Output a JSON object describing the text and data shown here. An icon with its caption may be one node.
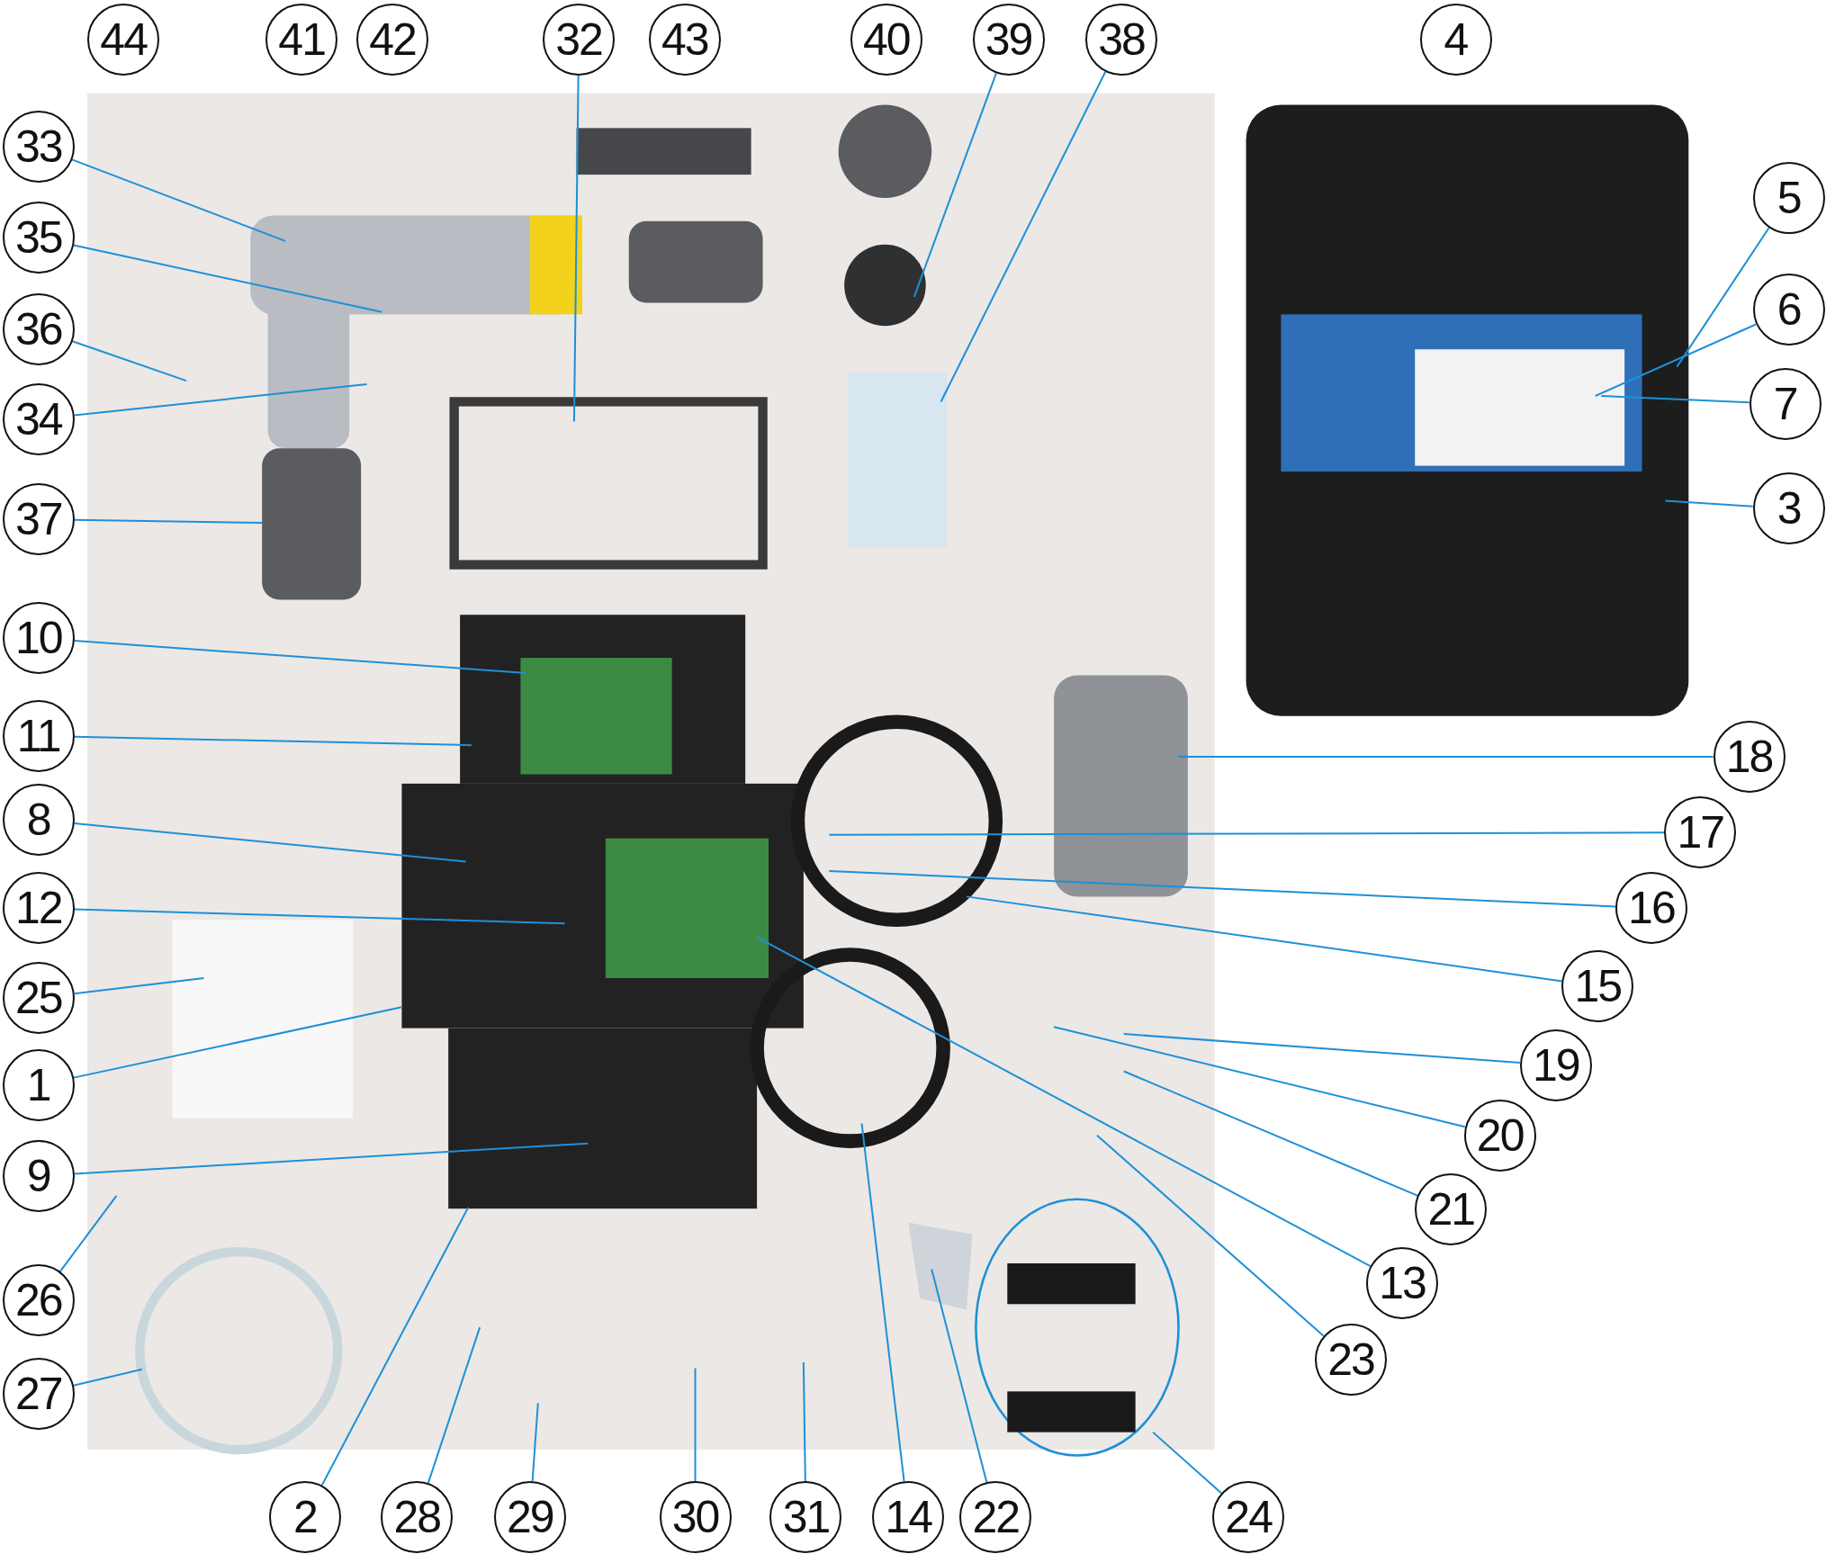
{
  "diagram": {
    "nodes": [
      {
        "text": [
          "44"
        ]
      },
      {
        "text": [
          "41"
        ]
      },
      {
        "text": [
          "42"
        ]
      },
      {
        "text": [
          "32"
        ]
      },
      {
        "text": [
          "43"
        ]
      },
      {
        "text": [
          "40"
        ]
      },
      {
        "text": [
          "39"
        ]
      },
      {
        "text": [
          "38"
        ]
      },
      {
        "text": [
          "4"
        ]
      },
      {
        "text": [
          "33"
        ]
      },
      {
        "text": [
          "5"
        ]
      },
      {
        "text": [
          "35"
        ]
      },
      {
        "text": [
          "6"
        ]
      },
      {
        "text": [
          "36"
        ]
      },
      {
        "text": [
          "7"
        ]
      },
      {
        "text": [
          "34"
        ]
      },
      {
        "text": [
          "3"
        ]
      },
      {
        "text": [
          "37"
        ]
      },
      {
        "text": [
          "10"
        ]
      },
      {
        "text": [
          "11"
        ]
      },
      {
        "text": [
          "18"
        ]
      },
      {
        "text": [
          "8"
        ]
      },
      {
        "text": [
          "17"
        ]
      },
      {
        "text": [
          "12"
        ]
      },
      {
        "text": [
          "16"
        ]
      },
      {
        "text": [
          "15"
        ]
      },
      {
        "text": [
          "25"
        ]
      },
      {
        "text": [
          "1"
        ]
      },
      {
        "text": [
          "19"
        ]
      },
      {
        "text": [
          "20"
        ]
      },
      {
        "text": [
          "9"
        ]
      },
      {
        "text": [
          "21"
        ]
      },
      {
        "text": [
          "13"
        ]
      },
      {
        "text": [
          "26"
        ]
      },
      {
        "text": [
          "23"
        ]
      },
      {
        "text": [
          "27"
        ]
      },
      {
        "text": [
          "2"
        ]
      },
      {
        "text": [
          "28"
        ]
      },
      {
        "text": [
          "29"
        ]
      },
      {
        "text": [
          "30"
        ]
      },
      {
        "text": [
          "31"
        ]
      },
      {
        "text": [
          "14"
        ]
      },
      {
        "text": [
          "22"
        ]
      },
      {
        "text": [
          "24"
        ]
      }
    ],
    "edges": [
      {
        "from": 3,
        "to": null,
        "arrow": "none"
      },
      {
        "from": 6,
        "to": null,
        "arrow": "none"
      },
      {
        "from": 7,
        "to": null,
        "arrow": "none"
      },
      {
        "from": 9,
        "to": null,
        "arrow": "none"
      },
      {
        "from": 10,
        "to": null,
        "arrow": "none"
      },
      {
        "from": 11,
        "to": null,
        "arrow": "none"
      },
      {
        "from": 12,
        "to": null,
        "arrow": "none"
      },
      {
        "from": 13,
        "to": null,
        "arrow": "none"
      },
      {
        "from": 14,
        "to": null,
        "arrow": "none"
      },
      {
        "from": 15,
        "to": null,
        "arrow": "none"
      },
      {
        "from": 16,
        "to": null,
        "arrow": "none"
      },
      {
        "from": 17,
        "to": null,
        "arrow": "none"
      },
      {
        "from": 18,
        "to": null,
        "arrow": "none"
      },
      {
        "from": 19,
        "to": null,
        "arrow": "none"
      },
      {
        "from": 20,
        "to": null,
        "arrow": "none"
      },
      {
        "from": 21,
        "to": null,
        "arrow": "none"
      },
      {
        "from": 22,
        "to": null,
        "arrow": "none"
      },
      {
        "from": 23,
        "to": null,
        "arrow": "none"
      },
      {
        "from": 24,
        "to": null,
        "arrow": "none"
      },
      {
        "from": 25,
        "to": null,
        "arrow": "none"
      },
      {
        "from": 26,
        "to": null,
        "arrow": "none"
      },
      {
        "from": 27,
        "to": null,
        "arrow": "none"
      },
      {
        "from": 28,
        "to": null,
        "arrow": "none"
      },
      {
        "from": 29,
        "to": null,
        "arrow": "none"
      },
      {
        "from": 30,
        "to": null,
        "arrow": "none"
      },
      {
        "from": 31,
        "to": null,
        "arrow": "none"
      },
      {
        "from": 32,
        "to": null,
        "arrow": "none"
      },
      {
        "from": 33,
        "to": null,
        "arrow": "none"
      },
      {
        "from": 34,
        "to": null,
        "arrow": "none"
      },
      {
        "from": 35,
        "to": null,
        "arrow": "none"
      },
      {
        "from": 36,
        "to": null,
        "arrow": "none"
      },
      {
        "from": 37,
        "to": null,
        "arrow": "none"
      },
      {
        "from": 38,
        "to": null,
        "arrow": "none"
      },
      {
        "from": 39,
        "to": null,
        "arrow": "none"
      },
      {
        "from": 40,
        "to": null,
        "arrow": "none"
      },
      {
        "from": 41,
        "to": null,
        "arrow": "none"
      },
      {
        "from": 42,
        "to": null,
        "arrow": "none"
      },
      {
        "from": 43,
        "to": null,
        "arrow": "none"
      }
    ]
  }
}
